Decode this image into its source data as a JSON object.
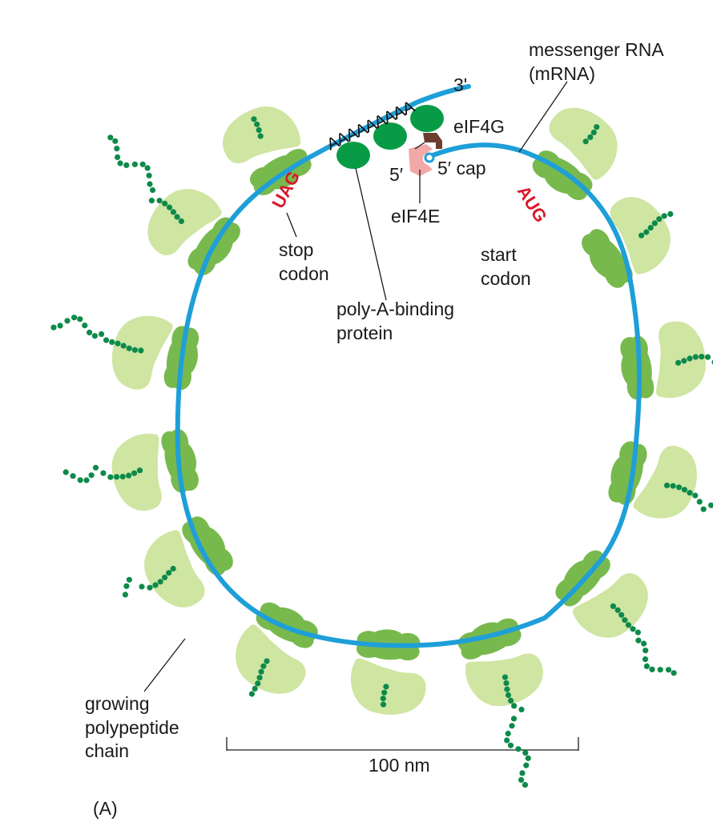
{
  "colors": {
    "mrna": "#1e9fd8",
    "ribosome_small": "#78b94d",
    "ribosome_large": "#cfe5a2",
    "polypeptide": "#0d8a4a",
    "pabp": "#079b46",
    "eif4g": "#6b3d2e",
    "eif4e": "#f2a8a8",
    "codon": "#d9182b",
    "leader": "#1a1a1a"
  },
  "icons": {
    "ribosome": "ribosome-icon",
    "pabp": "poly-a-binding-protein-icon",
    "eif4g": "eif4g-icon",
    "eif4e": "eif4e-icon",
    "cap": "cap-icon"
  },
  "labels": {
    "mrna_line1": "messenger RNA",
    "mrna_line2": "(mRNA)",
    "three_prime": "3'",
    "poly_a_tail": "AAAAAAAAA",
    "eif4g": "eIF4G",
    "five_prime": "5′",
    "five_prime_cap": "5′ cap",
    "eif4e": "eIF4E",
    "stop_codon_seq": "UAG",
    "start_codon_seq": "AUG",
    "stop_line1": "stop",
    "stop_line2": "codon",
    "start_line1": "start",
    "start_line2": "codon",
    "pabp_line1": "poly-A-binding",
    "pabp_line2": "protein",
    "chain_line1": "growing",
    "chain_line2": "polypeptide",
    "chain_line3": "chain",
    "scale_bar": "100 nm",
    "panel": "(A)"
  }
}
